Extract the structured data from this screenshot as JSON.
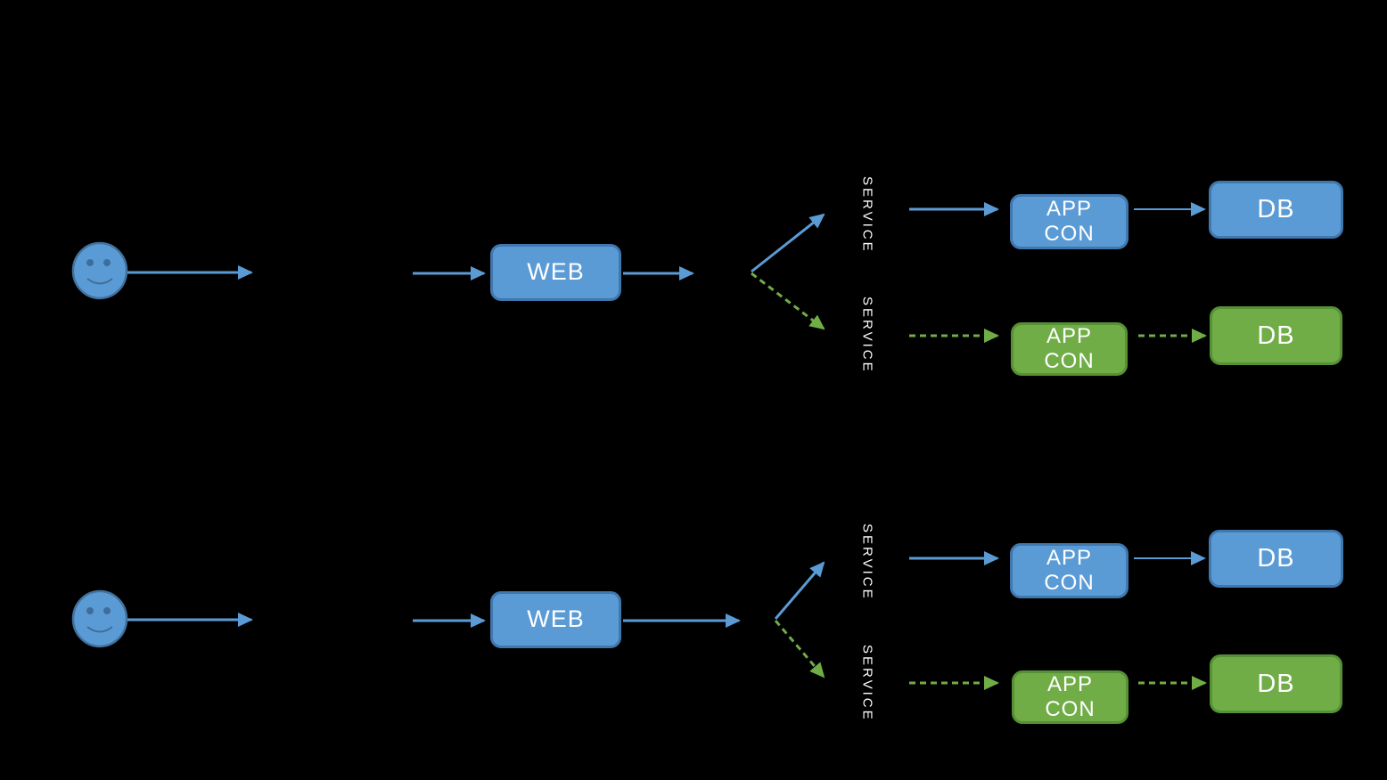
{
  "colors": {
    "background": "#000000",
    "blue": "#5B9BD5",
    "blue_border": "#4077AD",
    "green": "#70AD47",
    "green_border": "#569135",
    "label_text": "#FFFFFF"
  },
  "flows": [
    {
      "user_icon": "smiley-face",
      "web_label": "WEB",
      "branches": [
        {
          "service_label": "SERVICE",
          "app_line1": "APP",
          "app_line2": "CON",
          "db_label": "DB",
          "arrow_style": "solid-blue"
        },
        {
          "service_label": "SERVICE",
          "app_line1": "APP",
          "app_line2": "CON",
          "db_label": "DB",
          "arrow_style": "dashed-green"
        }
      ]
    },
    {
      "user_icon": "smiley-face",
      "web_label": "WEB",
      "branches": [
        {
          "service_label": "SERVICE",
          "app_line1": "APP",
          "app_line2": "CON",
          "db_label": "DB",
          "arrow_style": "solid-blue"
        },
        {
          "service_label": "SERVICE",
          "app_line1": "APP",
          "app_line2": "CON",
          "db_label": "DB",
          "arrow_style": "dashed-green"
        }
      ]
    }
  ]
}
